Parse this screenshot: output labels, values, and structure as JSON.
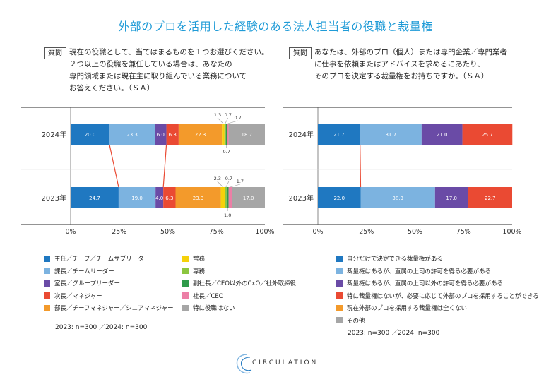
{
  "title": "外部のプロを活用した経験のある法人担当者の役職と裁量権",
  "left": {
    "tag": "質問",
    "question": "現在の役職として、当てはまるものを１つお選びください。２つ以上の役職を兼任している場合は、あなたの\n専門領域または現在主に取り組んでいる業務について\nお答えください。（ＳＡ）",
    "note": "2023: n=300 ／2024: n=300"
  },
  "right": {
    "tag": "質問",
    "question": "あなたは、外部のプロ（個人）または専門企業／専門業者\nに仕事を依頼またはアドバイスを求めるにあたり、\nそのプロを決定する裁量権をお持ちですか。（ＳＡ）",
    "note": "2023: n=300 ／2024: n=300"
  },
  "brand": {
    "name": "CIRCULATION"
  },
  "chart_data": [
    {
      "type": "bar",
      "orientation": "horizontal",
      "stacked": true,
      "categories": [
        "2024年",
        "2023年"
      ],
      "xlim": [
        0,
        100
      ],
      "x_ticks": [
        "0%",
        "25%",
        "50%",
        "75%",
        "100%"
      ],
      "series": [
        {
          "name": "主任／チーフ／チームサブリーダー",
          "color": "#1f78c1",
          "values": [
            20.0,
            24.7
          ]
        },
        {
          "name": "課長／チームリーダー",
          "color": "#7cb3e0",
          "values": [
            23.3,
            19.0
          ]
        },
        {
          "name": "室長／グループリーダー",
          "color": "#6a4ba6",
          "values": [
            6.0,
            4.0
          ]
        },
        {
          "name": "次長／マネジャー",
          "color": "#ea4a33",
          "values": [
            6.3,
            6.3
          ]
        },
        {
          "name": "部長／チーフマネジャー／シニアマネジャー",
          "color": "#f39a2b",
          "values": [
            22.3,
            23.3
          ]
        },
        {
          "name": "常務",
          "color": "#f5d10a",
          "values": [
            1.3,
            2.3
          ]
        },
        {
          "name": "専務",
          "color": "#8cc63f",
          "values": [
            0.7,
            0.7
          ]
        },
        {
          "name": "副社長／CEO以外のCxO／社外取締役",
          "color": "#2e9a4a",
          "values": [
            0.7,
            1.0
          ]
        },
        {
          "name": "社長／CEO",
          "color": "#ec7fa6",
          "values": [
            0.7,
            1.7
          ]
        },
        {
          "name": "特に役職はない",
          "color": "#a6a6a6",
          "values": [
            18.7,
            17.0
          ]
        }
      ],
      "inside_labels": [
        [
          "20.0",
          "23.3",
          "6.0",
          "6.3",
          "22.3",
          "",
          "",
          "",
          "",
          "18.7"
        ],
        [
          "24.7",
          "19.0",
          "4.0",
          "6.3",
          "23.3",
          "",
          "",
          "",
          "",
          "17.0"
        ]
      ],
      "callouts": [
        {
          "row": 0,
          "series": 5,
          "label": "1.3",
          "pos": "above"
        },
        {
          "row": 0,
          "series": 6,
          "label": "0.7",
          "pos": "above"
        },
        {
          "row": 0,
          "series": 8,
          "label": "0.7",
          "pos": "above-right"
        },
        {
          "row": 0,
          "series": 7,
          "label": "0.7",
          "pos": "below"
        },
        {
          "row": 1,
          "series": 5,
          "label": "2.3",
          "pos": "above"
        },
        {
          "row": 1,
          "series": 6,
          "label": "0.7",
          "pos": "above"
        },
        {
          "row": 1,
          "series": 8,
          "label": "1.7",
          "pos": "above-right"
        },
        {
          "row": 1,
          "series": 7,
          "label": "1.0",
          "pos": "below"
        }
      ]
    },
    {
      "type": "bar",
      "orientation": "horizontal",
      "stacked": true,
      "categories": [
        "2024年",
        "2023年"
      ],
      "xlim": [
        0,
        100
      ],
      "x_ticks": [
        "0%",
        "25%",
        "50%",
        "75%",
        "100%"
      ],
      "series": [
        {
          "name": "自分だけで決定できる裁量権がある",
          "color": "#1f78c1",
          "values": [
            21.7,
            22.0
          ]
        },
        {
          "name": "裁量権はあるが、直属の上司の許可を得る必要がある",
          "color": "#7cb3e0",
          "values": [
            31.7,
            38.3
          ]
        },
        {
          "name": "裁量権はあるが、直属の上司以外の許可を得る必要がある",
          "color": "#6a4ba6",
          "values": [
            21.0,
            17.0
          ]
        },
        {
          "name": "特に裁量権はないが、必要に応じて外部のプロを採用することができる",
          "color": "#ea4a33",
          "values": [
            25.7,
            22.7
          ]
        },
        {
          "name": "現在外部のプロを採用する裁量権は全くない",
          "color": "#f39a2b",
          "values": [
            0,
            0
          ]
        },
        {
          "name": "その他",
          "color": "#a6a6a6",
          "values": [
            0,
            0
          ]
        }
      ],
      "inside_labels": [
        [
          "21.7",
          "31.7",
          "21.0",
          "25.7",
          "",
          ""
        ],
        [
          "22.0",
          "38.3",
          "17.0",
          "22.7",
          "",
          ""
        ]
      ],
      "callouts": []
    }
  ]
}
